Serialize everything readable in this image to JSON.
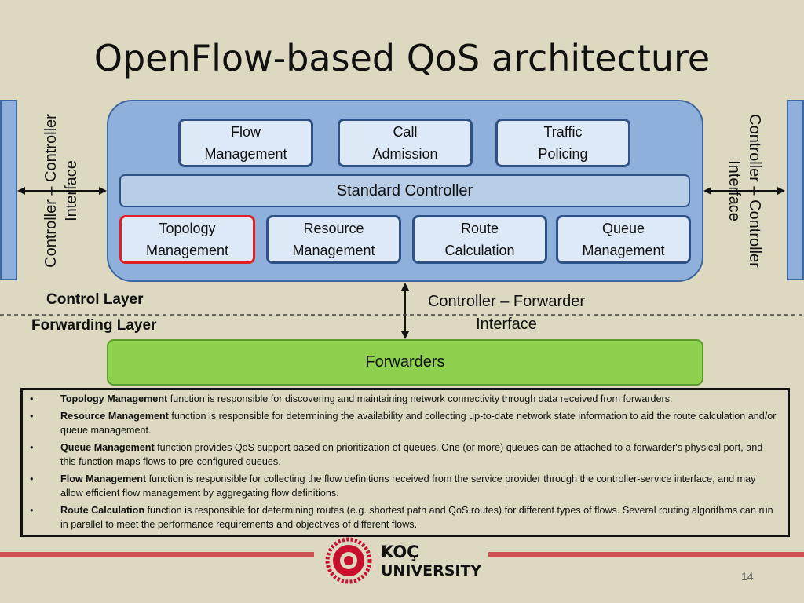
{
  "title": "OpenFlow-based QoS architecture",
  "control_panel": {
    "top_modules": [
      {
        "label": "Flow\nManagement"
      },
      {
        "label": "Call\nAdmission"
      },
      {
        "label": "Traffic\nPolicing"
      }
    ],
    "standard_controller": "Standard Controller",
    "bottom_modules": [
      {
        "label": "Topology\nManagement",
        "highlighted": true
      },
      {
        "label": "Resource\nManagement"
      },
      {
        "label": "Route\nCalculation"
      },
      {
        "label": "Queue\nManagement"
      }
    ]
  },
  "left_interface_label": "Controller – Controller\nInterface",
  "right_interface_label": "Controller – Controller\nInterface",
  "control_layer_label": "Control Layer",
  "forwarding_layer_label": "Forwarding Layer",
  "forwarder_interface_label": "Controller – Forwarder\nInterface",
  "forwarders_label": "Forwarders",
  "descriptions": [
    {
      "term": "Topology Management",
      "text": " function is responsible for discovering and maintaining network connectivity through data received from forwarders."
    },
    {
      "term": "Resource Management",
      "text": " function is responsible for determining the availability and collecting up-to-date network state information to aid the route calculation and/or queue management."
    },
    {
      "term": "Queue Management",
      "text": " function provides QoS support based on prioritization of queues. One (or more) queues can be attached to a forwarder's physical port, and this function maps flows to pre-configured queues."
    },
    {
      "term": "Flow Management",
      "text": " function is responsible for collecting the flow definitions received from the service provider through the controller-service interface, and may allow efficient flow management by aggregating flow definitions."
    },
    {
      "term": "Route Calculation",
      "text": " function is responsible for determining routes (e.g. shortest path and QoS routes) for different types of flows. Several routing algorithms can run in parallel to meet the performance requirements and objectives of different flows."
    }
  ],
  "bullet_glyph": "•",
  "logo": {
    "line1": "KOÇ",
    "line2": "UNIVERSITY"
  },
  "page_number": "14",
  "colors": {
    "panel": "#8fb0db",
    "module": "#dde9f6",
    "highlight_border": "#e02020",
    "forwarders": "#8ed14f",
    "stripe": "#c9514f",
    "background": "#ddd8c0"
  }
}
